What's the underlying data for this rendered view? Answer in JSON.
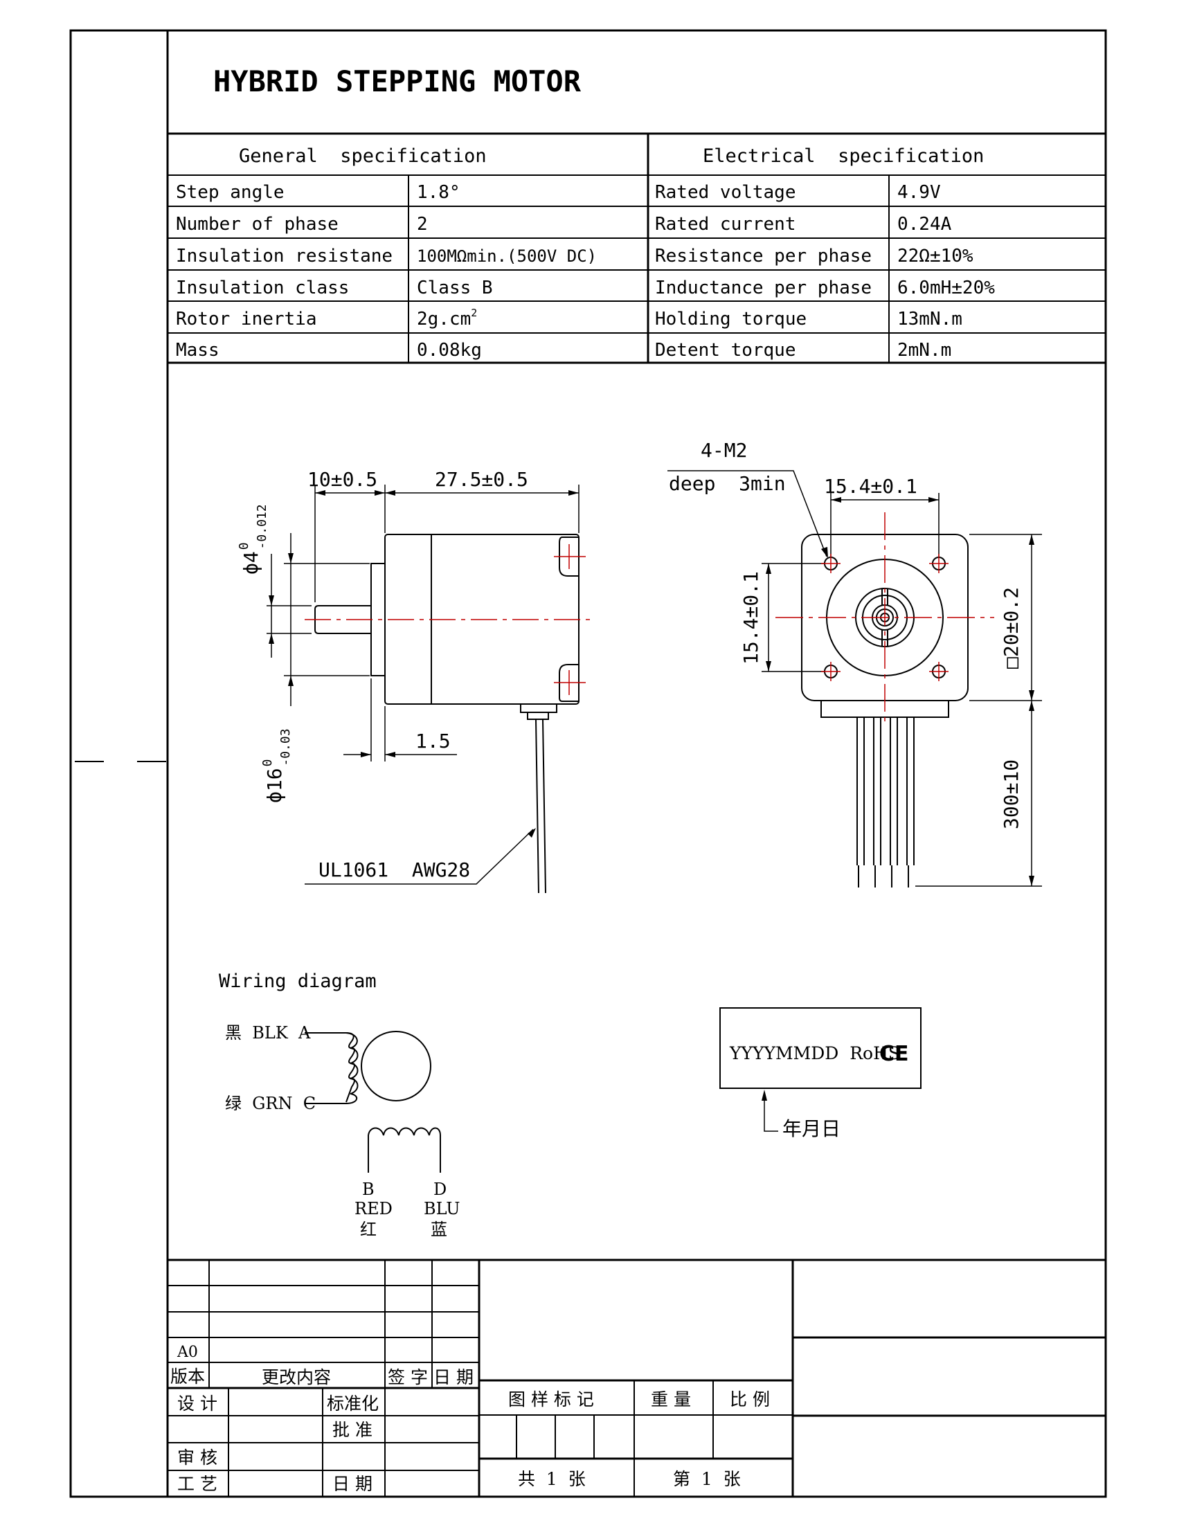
{
  "title": "HYBRID STEPPING MOTOR",
  "general": {
    "heading": "General  specification",
    "rows": [
      {
        "label": "Step angle",
        "value": "1.8°"
      },
      {
        "label": "Number of phase",
        "value": "2"
      },
      {
        "label": "Insulation resistane",
        "value": "100MΩmin.(500V DC)"
      },
      {
        "label": "Insulation class",
        "value": "Class B"
      },
      {
        "label": "Rotor inertia",
        "value": "2g.cm",
        "sup": "2"
      },
      {
        "label": "Mass",
        "value": "0.08kg"
      }
    ]
  },
  "electrical": {
    "heading": "Electrical  specification",
    "rows": [
      {
        "label": "Rated voltage",
        "value": "4.9V"
      },
      {
        "label": "Rated current",
        "value": "0.24A"
      },
      {
        "label": "Resistance per phase",
        "value": "22Ω±10%"
      },
      {
        "label": "Inductance per phase",
        "value": "6.0mH±20%"
      },
      {
        "label": "Holding torque",
        "value": "13mN.m"
      },
      {
        "label": "Detent torque",
        "value": "2mN.m"
      }
    ]
  },
  "side_view": {
    "dim_shaft_len": "10±0.5",
    "dim_body_len": "27.5±0.5",
    "dim_shaft_dia": "ϕ4",
    "dim_shaft_tol_upper": "0",
    "dim_shaft_tol_lower": "-0.012",
    "dim_boss_dia": "ϕ16",
    "dim_boss_tol_upper": "0",
    "dim_boss_tol_lower": "-0.03",
    "dim_boss_len": "1.5",
    "cable": "UL1061  AWG28"
  },
  "front_view": {
    "screw": "4-M2",
    "screw_depth": "deep  3min",
    "hole_pitch_h": "15.4±0.1",
    "hole_pitch_v": "15.4±0.1",
    "flange": "□20±0.2",
    "lead_len": "300±10"
  },
  "wiring": {
    "heading": "Wiring diagram",
    "lead_a": "黑  BLK  A",
    "lead_c": "绿  GRN  C",
    "lead_b": [
      "B",
      "RED",
      "红"
    ],
    "lead_d": [
      "D",
      "BLU",
      "蓝"
    ]
  },
  "label_box": {
    "text": "YYYYMMDD  RoHS",
    "ce": "CE",
    "note": "年月日"
  },
  "title_block": {
    "a0": "A0",
    "version": "版本",
    "change": "更改内容",
    "sign": "签 字",
    "date": "日 期",
    "design": "设 计",
    "standard": "标准化",
    "approve": "批 准",
    "review": "审 核",
    "process": "工 艺",
    "date2": "日 期",
    "pattern_mark": "图 样 标 记",
    "weight": "重 量",
    "scale": "比 例",
    "total": "共  1  张",
    "sheet": "第  1  张"
  }
}
